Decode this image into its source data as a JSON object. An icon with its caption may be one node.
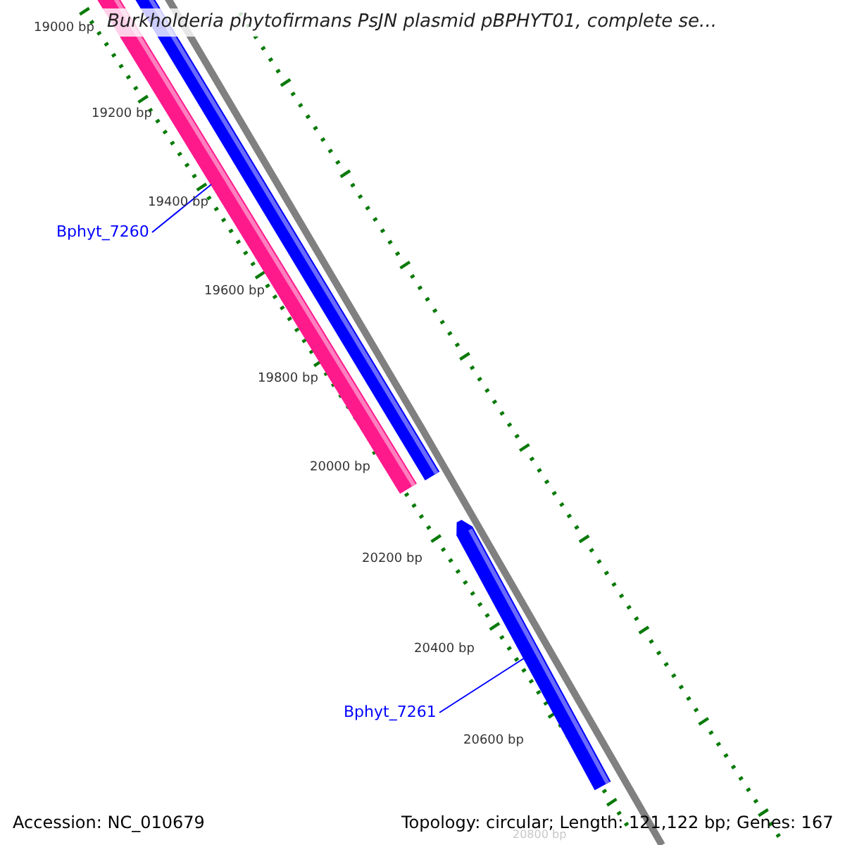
{
  "diagram": {
    "title": "Burkholderia phytofirmans PsJN plasmid pBPHYT01, complete se...",
    "nodes": [
      {
        "text": [
          "Bphyt_7260"
        ]
      },
      {
        "text": [],
        "shape": "bar"
      },
      {
        "text": [
          "Bphyt_7261"
        ]
      },
      {
        "text": [],
        "shape": "bar"
      }
    ],
    "edges": [
      {
        "from": 0,
        "to": 1,
        "arrow": "none"
      },
      {
        "from": 2,
        "to": 3,
        "arrow": "none"
      }
    ],
    "labels": [
      "19000 bp",
      "19200 bp",
      "19400 bp",
      "19600 bp",
      "19800 bp",
      "20000 bp",
      "20200 bp",
      "20400 bp",
      "20600 bp",
      "20800 bp",
      "Accession: NC_010679",
      "Topology: circular; Length: 121,122 bp; Genes: 167"
    ]
  }
}
